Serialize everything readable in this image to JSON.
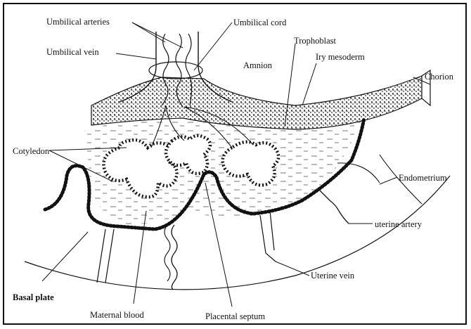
{
  "diagram": {
    "labels": {
      "umbilical_arteries": "Umbilical arteries",
      "umbilical_cord": "Umbilical cord",
      "umbilical_vein": "Umbilical vein",
      "trophoblast": "Trophoblast",
      "amnion": "Amnion",
      "iry_mesoderm": "Iry mesoderm",
      "chorion": "Chorion",
      "cotyledon": "Cotyledon",
      "endometrium": "Endometrium",
      "uterine_artery": "uterine artery",
      "uterine_vein": "Uterine vein",
      "basal_plate": "Basal plate",
      "maternal_blood": "Maternal blood",
      "placental_septum": "Placental septum"
    },
    "colors": {
      "ink": "#111111",
      "background": "#ffffff"
    }
  }
}
